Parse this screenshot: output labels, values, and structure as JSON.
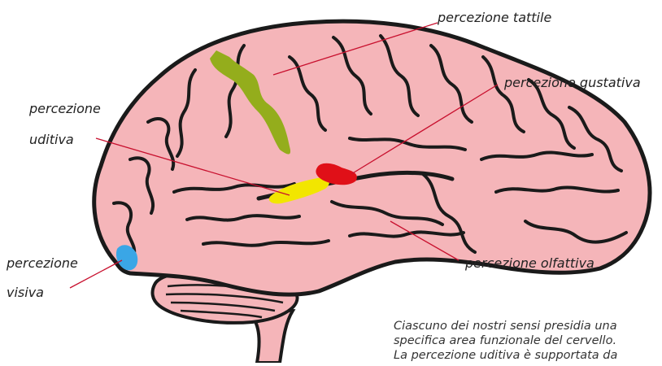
{
  "labels": {
    "tattile": "percezione tattile",
    "gustativa": "percezione gustativa",
    "uditiva_1": "percezione",
    "uditiva_2": "uditiva",
    "visiva_1": "percezione",
    "visiva_2": "visiva",
    "olfattiva": "percezione olfattiva"
  },
  "caption": {
    "line1": "Ciascuno dei nostri sensi presidia una",
    "line2": "specifica area funzionale del cervello.",
    "line3": "La percezione uditiva è supportata da"
  },
  "colors": {
    "brain": "#f5b5b9",
    "outline": "#1a1a1a",
    "leader": "#c8102e",
    "tactile_area": "#94ad1c",
    "auditory_area": "#f2e600",
    "gustatory_area": "#e01018",
    "visual_area": "#3aa6e6"
  }
}
